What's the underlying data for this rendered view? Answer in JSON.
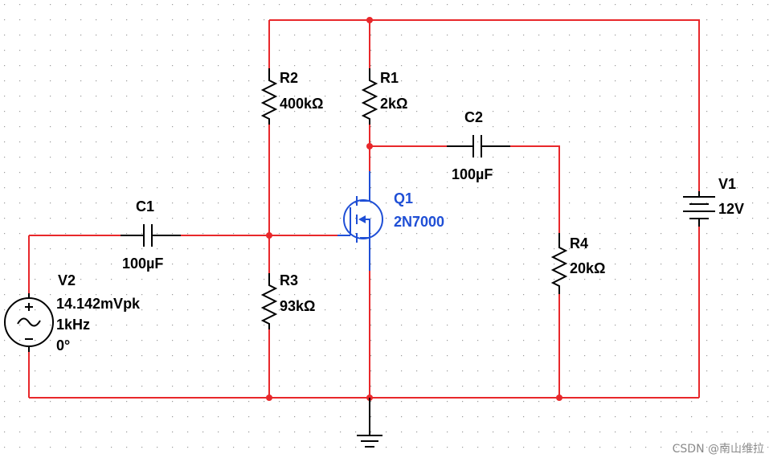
{
  "colors": {
    "wire": "#e8282b",
    "component": "#000000",
    "transistor": "#1f4fd6",
    "grid_dot": "#9a9a9a",
    "background": "#ffffff"
  },
  "components": {
    "r1": {
      "ref": "R1",
      "value": "2kΩ"
    },
    "r2": {
      "ref": "R2",
      "value": "400kΩ"
    },
    "r3": {
      "ref": "R3",
      "value": "93kΩ"
    },
    "r4": {
      "ref": "R4",
      "value": "20kΩ"
    },
    "c1": {
      "ref": "C1",
      "value": "100µF"
    },
    "c2": {
      "ref": "C2",
      "value": "100µF"
    },
    "q1": {
      "ref": "Q1",
      "model": "2N7000"
    },
    "v1": {
      "ref": "V1",
      "value": "12V"
    },
    "v2": {
      "ref": "V2",
      "amplitude": "14.142mVpk",
      "frequency": "1kHz",
      "phase": "0°"
    }
  },
  "icons": {
    "ground": "ground-icon",
    "battery": "dc-battery-icon",
    "ac_source": "ac-source-icon"
  },
  "watermark": "CSDN @南山维拉"
}
